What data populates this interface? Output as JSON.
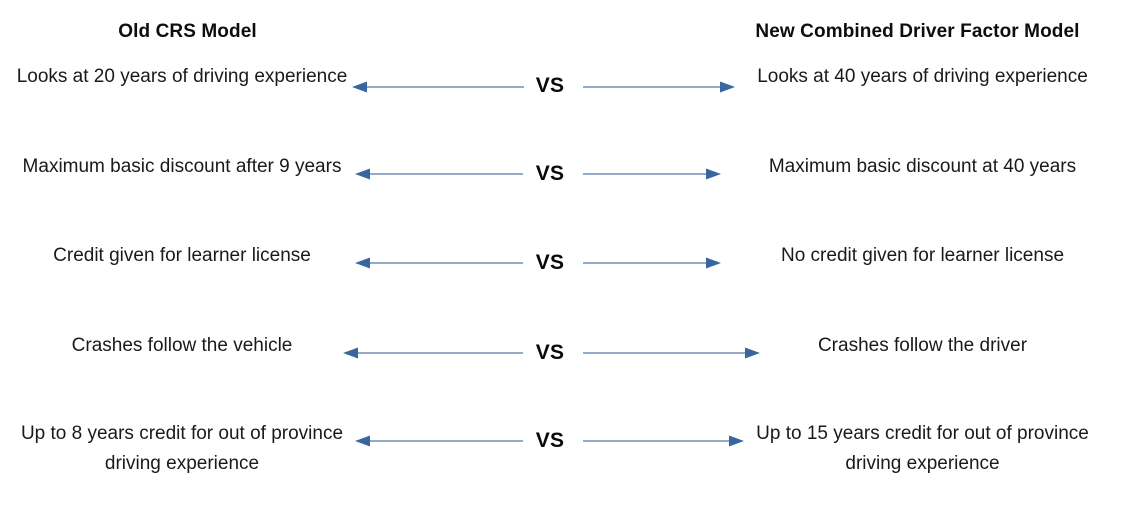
{
  "diagram": {
    "title_left": "Old CRS Model",
    "title_right": "New Combined Driver Factor Model",
    "vs_label": "VS",
    "colors": {
      "arrow_head": "#3a66a0",
      "arrow_shaft": "#6e8fb5",
      "text": "#1a1a1a",
      "heading": "#0d0d0d",
      "background": "#ffffff"
    },
    "rows": [
      {
        "left": "Looks at 20 years of driving experience",
        "right": "Looks at 40 years of driving experience",
        "vs": "VS"
      },
      {
        "left": "Maximum basic discount after 9 years",
        "right": "Maximum basic discount at 40 years",
        "vs": "VS"
      },
      {
        "left": "Credit given for learner license",
        "right": "No credit given for learner license",
        "vs": "VS"
      },
      {
        "left": "Crashes follow the vehicle",
        "right": "Crashes follow the driver",
        "vs": "VS"
      },
      {
        "left": "Up to 8 years credit for out of province driving experience",
        "right": "Up to 15 years credit for out of province driving experience",
        "vs": "VS"
      }
    ]
  }
}
